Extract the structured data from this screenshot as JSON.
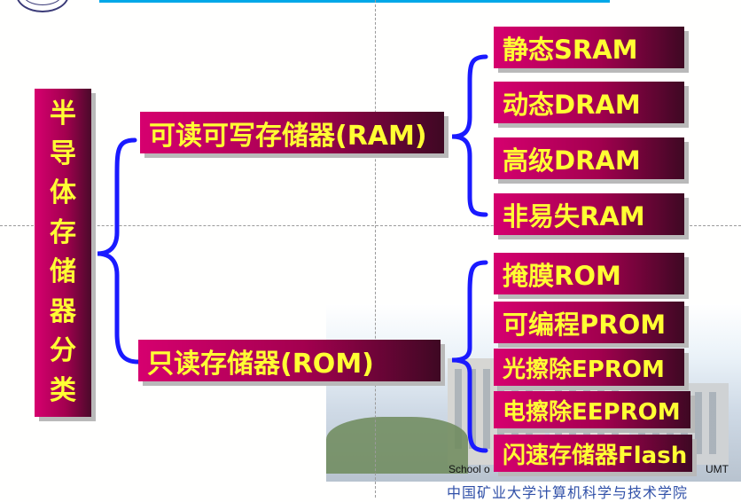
{
  "root": {
    "label_chars": [
      "半",
      "导",
      "体",
      "存",
      "储",
      "器",
      "分",
      "类"
    ]
  },
  "categories": [
    {
      "label": "可读可写存储器(RAM)",
      "items": [
        "静态SRAM",
        "动态DRAM",
        "高级DRAM",
        "非易失RAM"
      ]
    },
    {
      "label": "只读存储器(ROM)",
      "items": [
        "掩膜ROM",
        "可编程PROM",
        "光擦除EPROM",
        "电擦除EEPROM",
        "闪速存储器Flash"
      ]
    }
  ],
  "footer": {
    "english_left": "School o",
    "english_right": "UMT",
    "chinese": "中国矿业大学计算机科学与技术学院"
  },
  "colors": {
    "box": "#a3004f",
    "text": "#ffff33",
    "brace": "#1a1aff"
  }
}
